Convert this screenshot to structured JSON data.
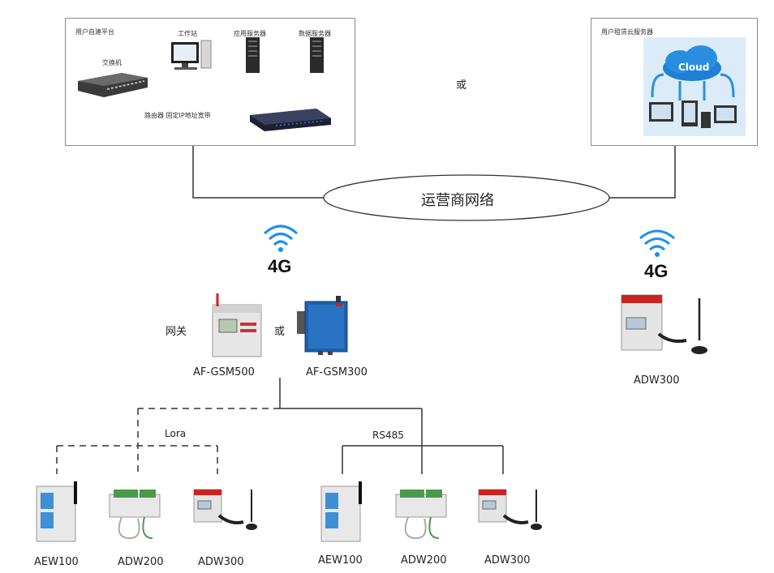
{
  "local_platform": {
    "title": "用户自建平台",
    "switch_label": "交换机",
    "workstation_label": "工作站",
    "app_server_label": "应用服务器",
    "data_server_label": "数据服务器",
    "router_label": "路由器 固定IP地址宽带"
  },
  "or_top": "或",
  "cloud_platform": {
    "title": "用户租赁云服务器",
    "cloud_text": "Cloud"
  },
  "carrier_network": "运营商网络",
  "left_4g": "4G",
  "right_4g": "4G",
  "gateway_label": "网关",
  "or_gateway": "或",
  "gateway_a": "AF-GSM500",
  "gateway_b": "AF-GSM300",
  "right_device": "ADW300",
  "lora_label": "Lora",
  "rs485_label": "RS485",
  "left_group": [
    "AEW100",
    "ADW200",
    "ADW300"
  ],
  "right_group": [
    "AEW100",
    "ADW200",
    "ADW300"
  ]
}
